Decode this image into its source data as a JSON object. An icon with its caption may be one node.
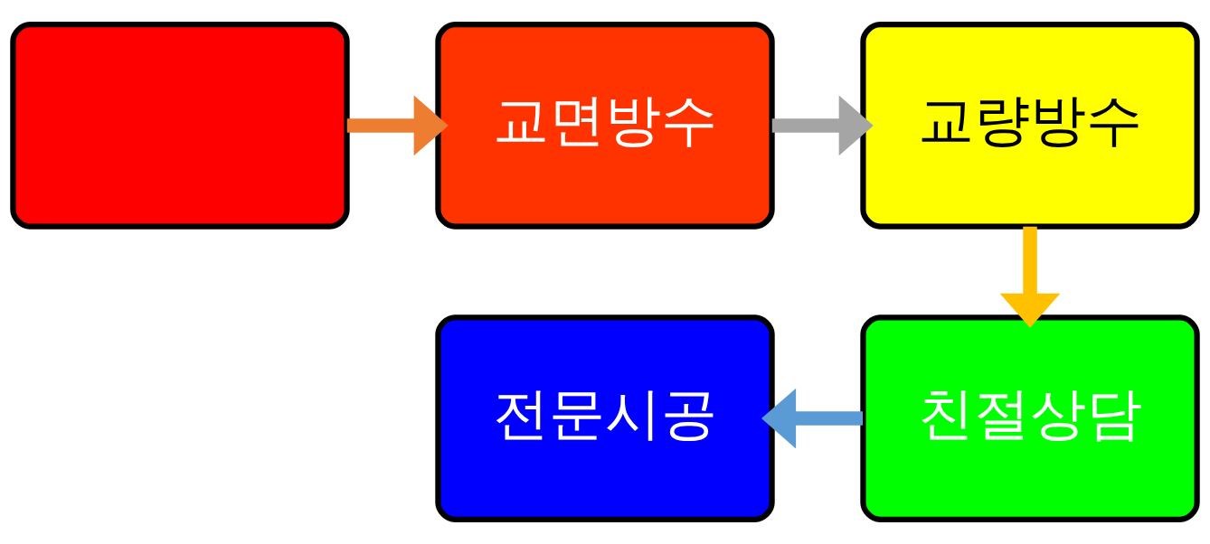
{
  "diagram": {
    "nodes": [
      {
        "text": [],
        "shape": "box"
      },
      {
        "text": [
          "교면방수"
        ]
      },
      {
        "text": [
          "교량방수"
        ]
      },
      {
        "text": [
          "친절상담"
        ]
      },
      {
        "text": [
          "전문시공"
        ]
      }
    ],
    "edges": [
      {
        "from": 0,
        "to": 1,
        "arrow": "to",
        "color": "#ed7d31"
      },
      {
        "from": 1,
        "to": 2,
        "arrow": "to",
        "color": "#a5a5a5"
      },
      {
        "from": 2,
        "to": 3,
        "arrow": "to",
        "color": "#ffc000"
      },
      {
        "from": 3,
        "to": 4,
        "arrow": "to",
        "color": "#5b9bd5"
      }
    ]
  }
}
